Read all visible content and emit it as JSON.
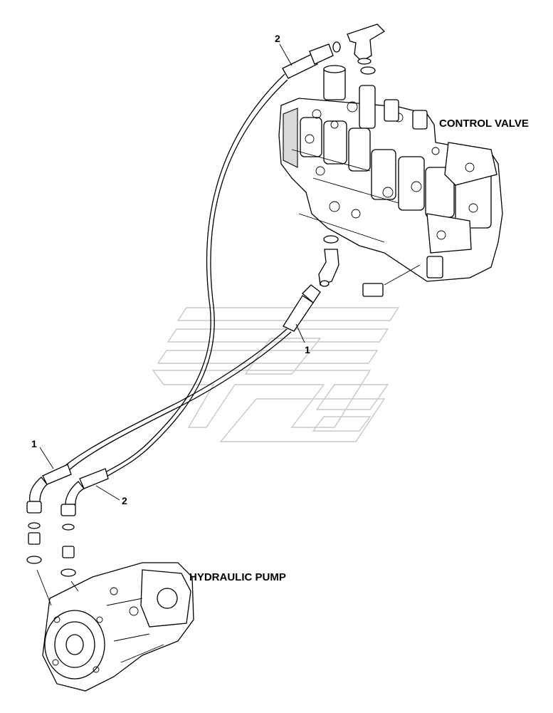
{
  "labels": {
    "control_valve": "CONTROL VALVE",
    "hydraulic_pump": "HYDRAULIC PUMP"
  },
  "callouts": {
    "top_hose": "2",
    "mid_hose": "1",
    "left_hose": "1",
    "right_hose": "2"
  }
}
